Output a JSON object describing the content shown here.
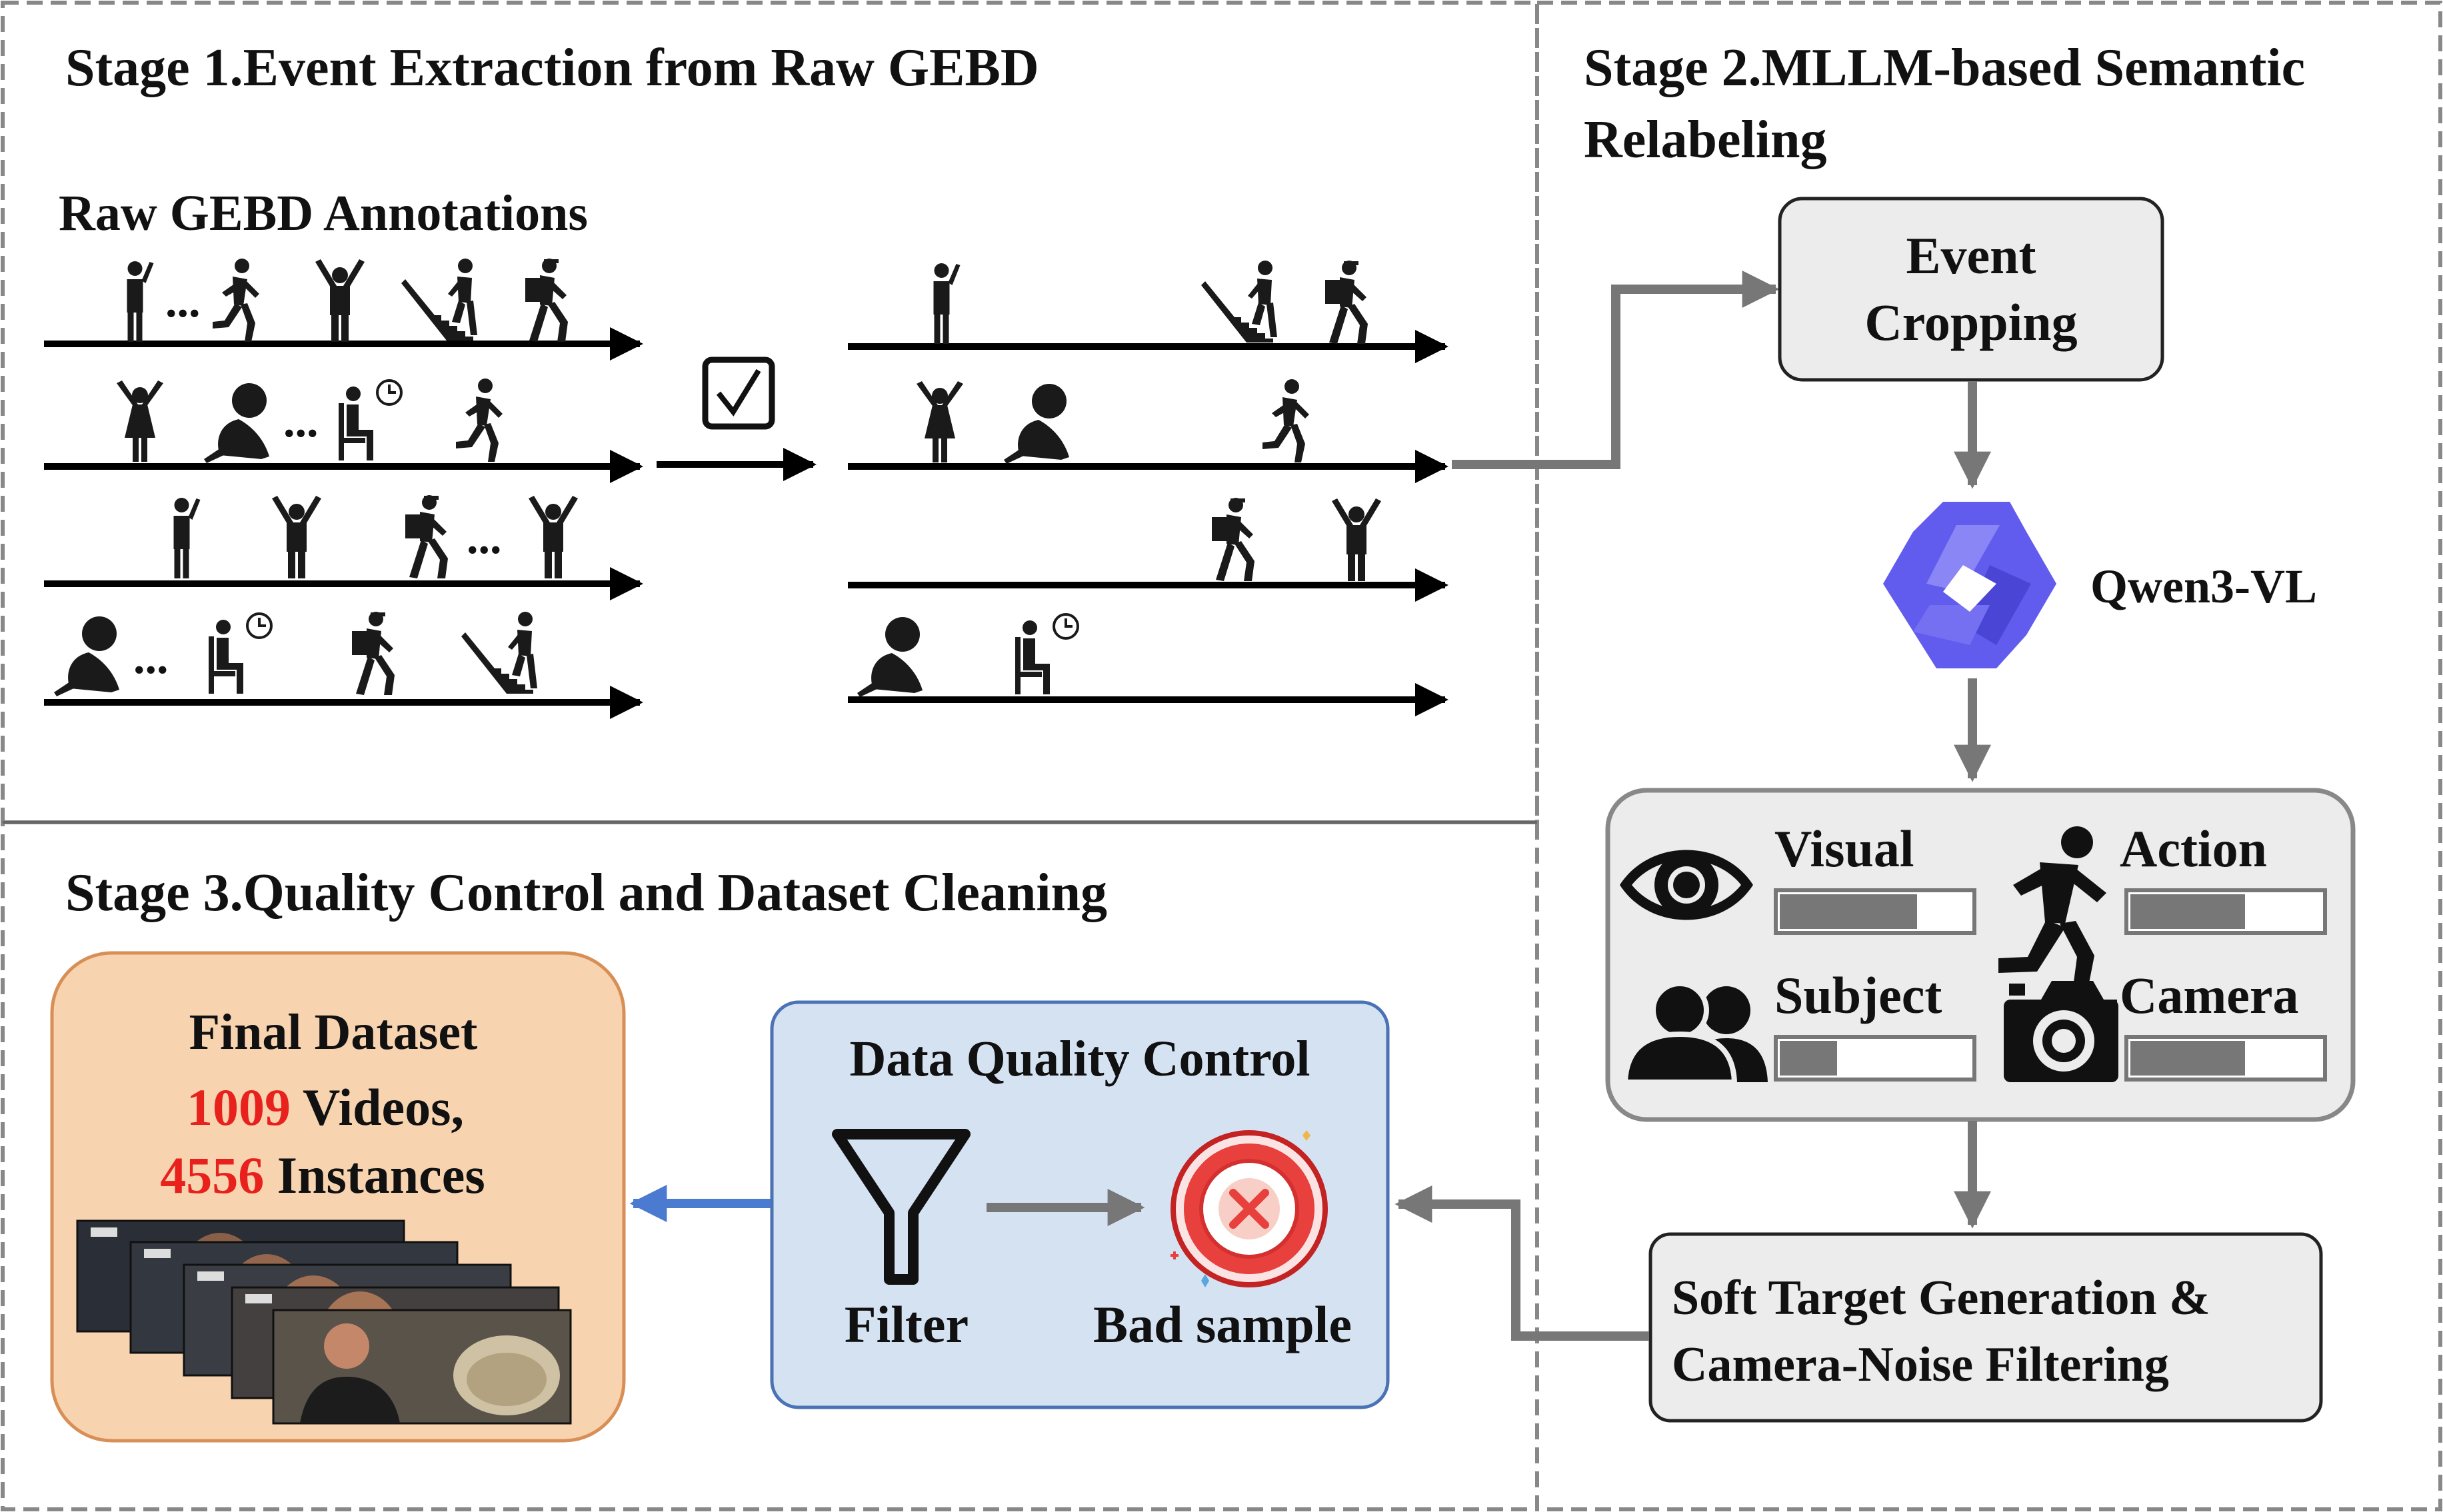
{
  "stage1": {
    "title": "Stage 1.Event Extraction from Raw GEBD",
    "raw_annotations_label": "Raw GEBD Annotations",
    "ellipsis": "..."
  },
  "stage2": {
    "title_line1": "Stage 2.MLLM-based Semantic",
    "title_line2": "Relabeling",
    "event_cropping_line1": "Event",
    "event_cropping_line2": "Cropping",
    "model_name": "Qwen3-VL",
    "scores": [
      {
        "label": "Visual",
        "icon": "eye-icon",
        "fill": 0.72
      },
      {
        "label": "Action",
        "icon": "running-person-icon",
        "fill": 0.6
      },
      {
        "label": "Subject",
        "icon": "people-icon",
        "fill": 0.3
      },
      {
        "label": "Camera",
        "icon": "camera-icon",
        "fill": 0.6
      }
    ],
    "soft_target_line1": "Soft Target Generation &",
    "soft_target_line2": "Camera-Noise Filtering"
  },
  "stage3": {
    "title": "Stage 3.Quality Control and Dataset Cleaning",
    "quality_control_title": "Data Quality Control",
    "filter_label": "Filter",
    "bad_sample_label": "Bad sample",
    "final_dataset_title": "Final Dataset",
    "video_count": "1009",
    "video_suffix": " Videos,",
    "instance_count": "4556",
    "instance_suffix": " Instances"
  },
  "colors": {
    "accent_red": "#e8211d",
    "final_box_fill": "#f7d3b0",
    "final_box_stroke": "#d78f55",
    "qc_box_fill": "#d4e2f2",
    "qc_box_stroke": "#4a72b4",
    "gray_box": "#ececec",
    "qwen_purple": "#615ced",
    "blue_arrow": "#4a7bd0"
  }
}
